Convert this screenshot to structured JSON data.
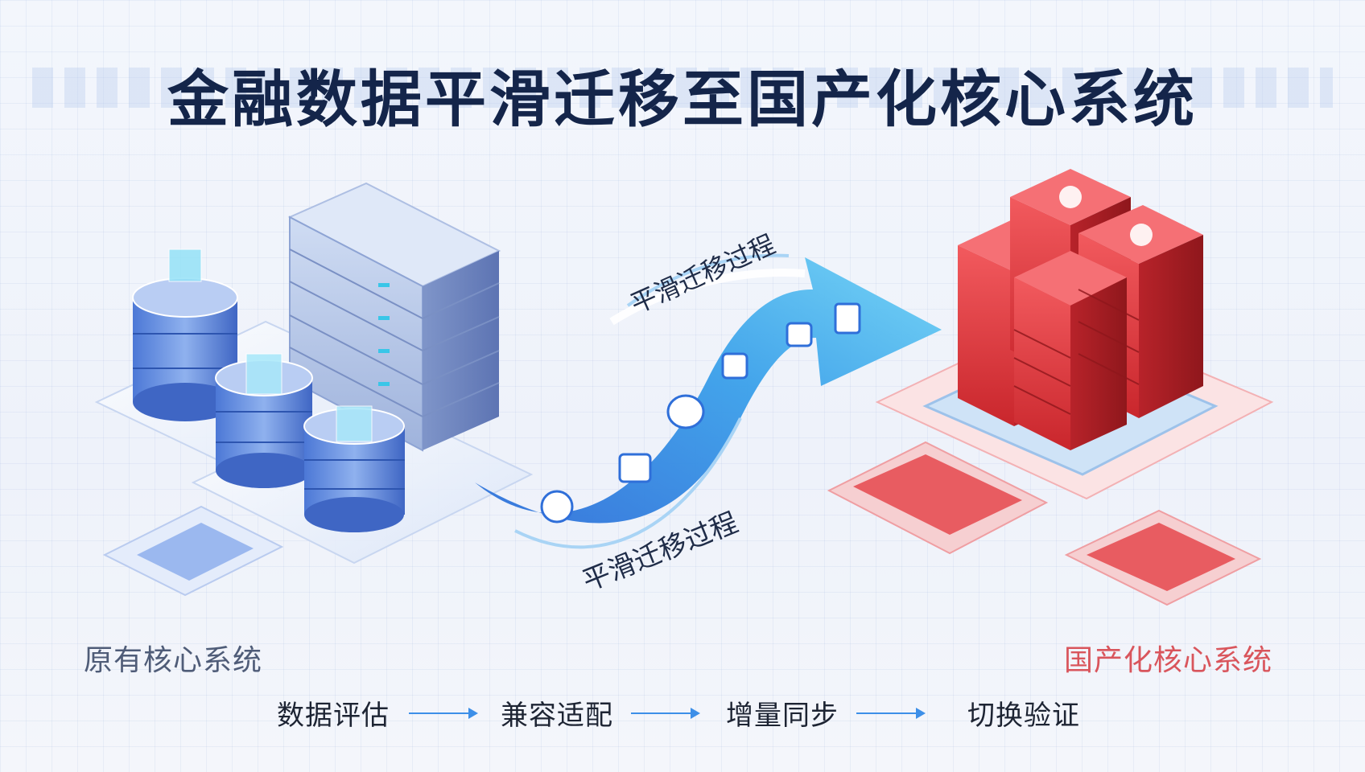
{
  "title": "金融数据平滑迁移至国产化核心系统",
  "flow": {
    "label_top": "平滑迁移过程",
    "label_bottom": "平滑迁移过程"
  },
  "source_system": {
    "label": "原有核心系统"
  },
  "target_system": {
    "label": "国产化核心系统"
  },
  "steps": [
    "数据评估",
    "兼容适配",
    "增量同步",
    "切换验证"
  ],
  "colors": {
    "title": "#14254a",
    "source": "#5b7fd6",
    "target": "#e0393e",
    "flow": "#3d8fe8"
  }
}
